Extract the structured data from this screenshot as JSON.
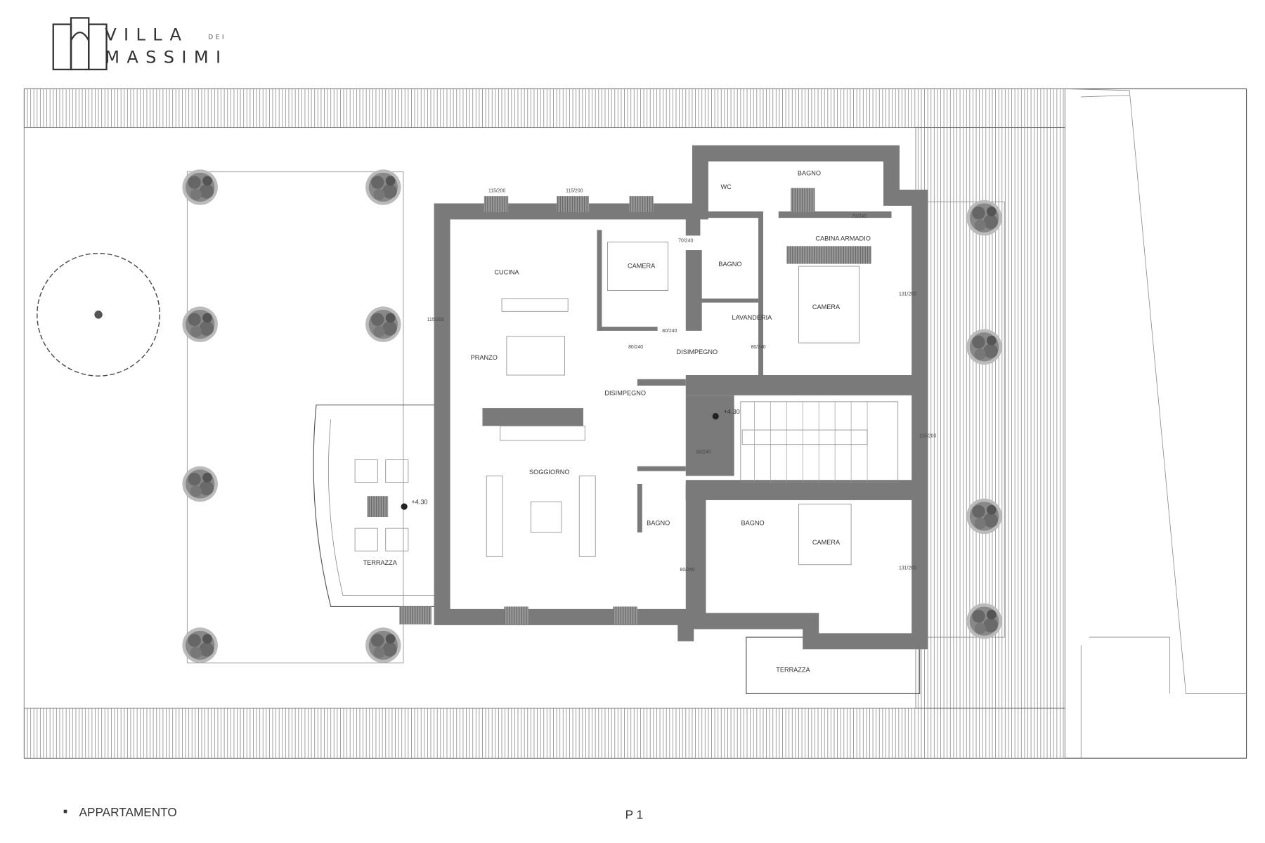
{
  "logo": {
    "line1": "VILLA",
    "small": "DEI",
    "line2": "MASSIMI"
  },
  "plan": {
    "rooms": {
      "cucina": "CUCINA",
      "pranzo": "PRANZO",
      "disimpegno_1": "DISIMPEGNO",
      "camera_1": "CAMERA",
      "bagno_1": "BAGNO",
      "lavanderia": "LAVANDERIA",
      "disimpegno_2": "DISIMPEGNO",
      "cabina_armadio": "CABINA ARMADIO",
      "camera_2": "CAMERA",
      "wc": "WC",
      "bagno_2": "BAGNO",
      "soggiorno": "SOGGIORNO",
      "bagno_3": "BAGNO",
      "bagno_4": "BAGNO",
      "camera_3": "CAMERA",
      "terrazza_1": "TERRAZZA",
      "terrazza_2": "TERRAZZA"
    },
    "levels": {
      "stair": "+4.30",
      "terrace": "+4.30"
    },
    "dims": {
      "d1": "70/240",
      "d2": "80/240",
      "d3": "80/240",
      "d4": "80/240",
      "d5": "90/240",
      "d6": "80/240",
      "d7": "131/200",
      "d8": "131/200",
      "d9": "115/200",
      "d10": "115/200",
      "d11": "115/200",
      "d12": "115/200",
      "d13": "70/240"
    }
  },
  "footer": {
    "legend": "APPARTAMENTO",
    "page": "P 1"
  },
  "colors": {
    "wall": "#7a7a7a",
    "line": "#555555",
    "background": "#ffffff"
  }
}
